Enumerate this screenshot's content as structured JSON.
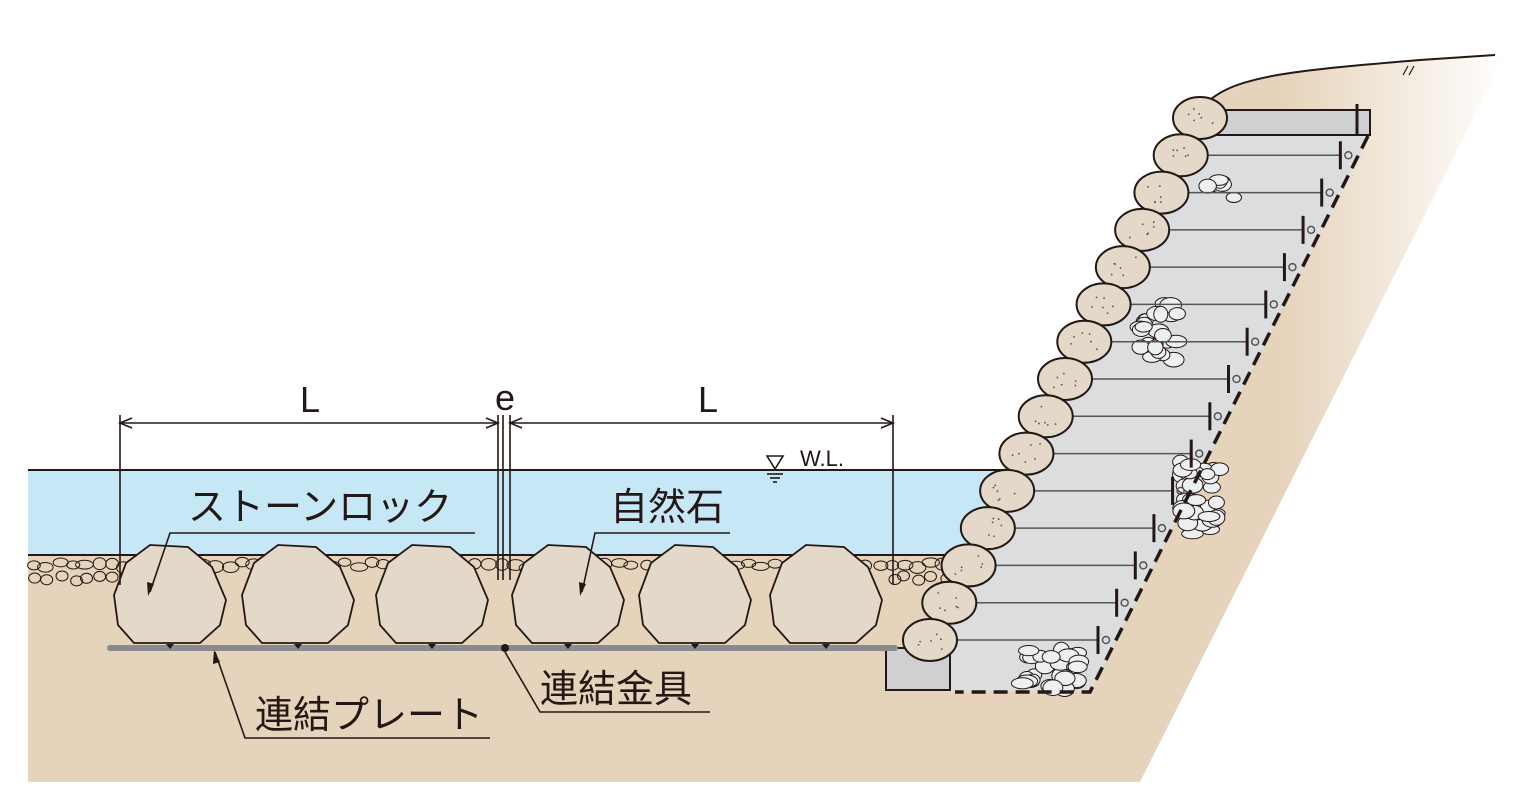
{
  "labels": {
    "dimension_left": "L",
    "dimension_gap": "e",
    "dimension_right": "L",
    "water_level": "W.L.",
    "stone_lock": "ストーンロック",
    "natural_stone": "自然石",
    "connecting_plate": "連結プレート",
    "connecting_fitting": "連結金具"
  },
  "colors": {
    "soil": "#e6d3bb",
    "water": "#c6e8f6",
    "stone": "#e4d8c8",
    "wall_fill": "#dcdddf",
    "plate": "#8a8b8d",
    "line": "#231815"
  }
}
